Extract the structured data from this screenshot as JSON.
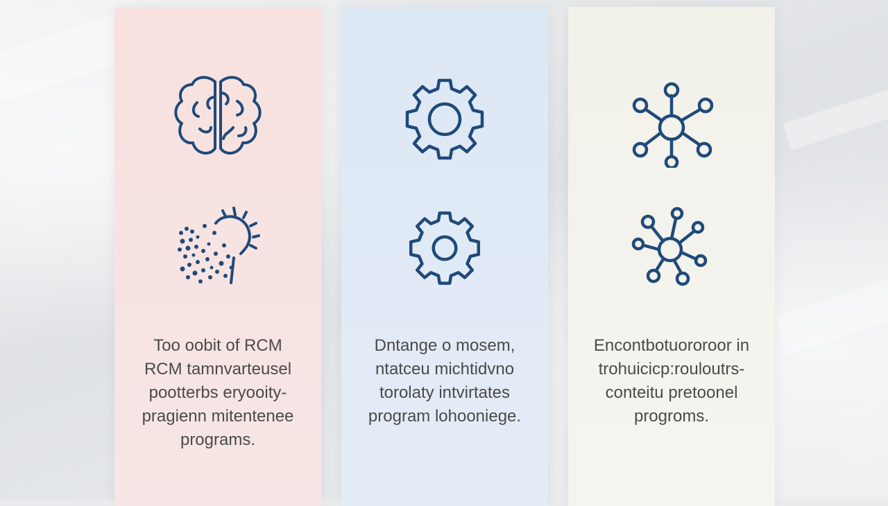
{
  "colors": {
    "icon": "#1f4a7a",
    "panel_1": "#f8e1df",
    "panel_2": "#dde8f5",
    "panel_3": "#f2f1ea"
  },
  "panels": [
    {
      "icons": [
        "brain-icon",
        "particles-bulb-icon"
      ],
      "lines": [
        "Too oobit of RCM",
        "RCM tamnvarteusel",
        "pootterbs eryooity-",
        "pragienn mitentenee",
        "programs."
      ]
    },
    {
      "icons": [
        "gear-icon",
        "gear-icon"
      ],
      "lines": [
        "Dntange o mosem,",
        "ntatceu michtidvno",
        "torolaty intvirtates",
        "program lohooniege."
      ]
    },
    {
      "icons": [
        "network-icon",
        "network-icon"
      ],
      "lines": [
        "Encontbotuororoor in",
        "trohuicicp:rouloutrs-",
        "conteitu pretoonel",
        "progroms."
      ]
    }
  ]
}
